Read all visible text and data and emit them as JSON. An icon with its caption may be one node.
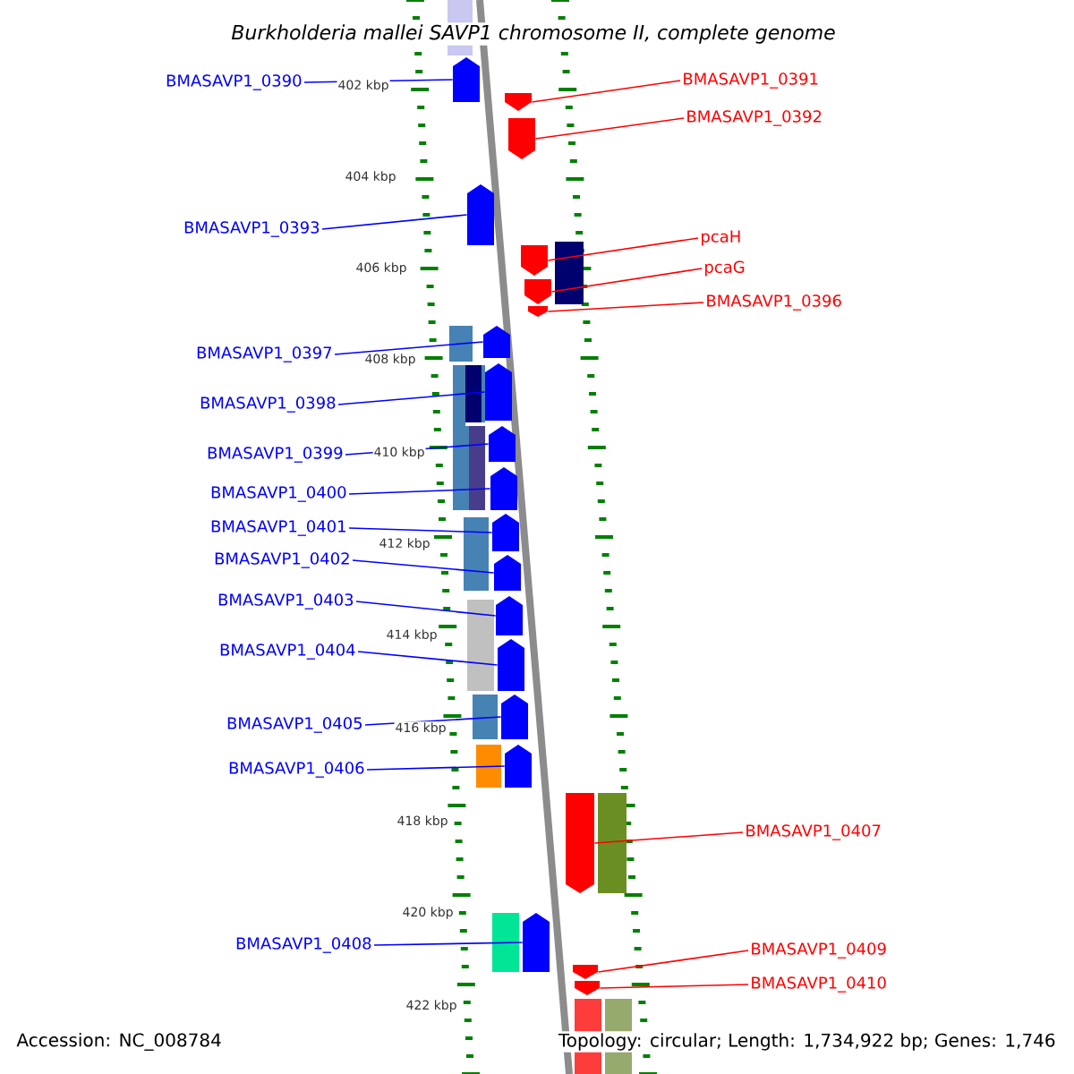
{
  "diagram": {
    "title": "Burkholderia mallei SAVP1 chromosome II, complete genome",
    "nodes": [
      {
        "text": [
          "BMASAVP1_0390"
        ]
      },
      {
        "text": [
          "BMASAVP1_0391"
        ]
      },
      {
        "text": [
          "BMASAVP1_0392"
        ]
      },
      {
        "text": [
          "BMASAVP1_0393"
        ]
      },
      {
        "text": [
          "pcaH"
        ]
      },
      {
        "text": [
          "pcaG"
        ]
      },
      {
        "text": [
          "BMASAVP1_0396"
        ]
      },
      {
        "text": [
          "BMASAVP1_0397"
        ]
      },
      {
        "text": [
          "BMASAVP1_0398"
        ]
      },
      {
        "text": [
          "BMASAVP1_0399"
        ]
      },
      {
        "text": [
          "BMASAVP1_0400"
        ]
      },
      {
        "text": [
          "BMASAVP1_0401"
        ]
      },
      {
        "text": [
          "BMASAVP1_0402"
        ]
      },
      {
        "text": [
          "BMASAVP1_0403"
        ]
      },
      {
        "text": [
          "BMASAVP1_0404"
        ]
      },
      {
        "text": [
          "BMASAVP1_0405"
        ]
      },
      {
        "text": [
          "BMASAVP1_0406"
        ]
      },
      {
        "text": [
          "BMASAVP1_0407"
        ]
      },
      {
        "text": [
          "BMASAVP1_0408"
        ]
      },
      {
        "text": [
          "BMASAVP1_0409"
        ]
      },
      {
        "text": [
          "BMASAVP1_0410"
        ]
      },
      {
        "text": [],
        "shape": "bar"
      },
      {
        "text": [],
        "shape": "bar"
      },
      {
        "text": [],
        "shape": "bar"
      },
      {
        "text": [],
        "shape": "bar"
      },
      {
        "text": [],
        "shape": "bar"
      },
      {
        "text": [],
        "shape": "bar"
      },
      {
        "text": [],
        "shape": "bar"
      },
      {
        "text": [],
        "shape": "bar"
      },
      {
        "text": [],
        "shape": "bar"
      },
      {
        "text": [],
        "shape": "bar"
      },
      {
        "text": [],
        "shape": "bar"
      },
      {
        "text": [],
        "shape": "bar"
      },
      {
        "text": [],
        "shape": "bar"
      },
      {
        "text": [],
        "shape": "bar"
      },
      {
        "text": [],
        "shape": "bar"
      },
      {
        "text": [],
        "shape": "bar"
      },
      {
        "text": [],
        "shape": "bar"
      },
      {
        "text": [],
        "shape": "bar"
      },
      {
        "text": [],
        "shape": "bar"
      },
      {
        "text": [],
        "shape": "bar"
      },
      {
        "text": [],
        "shape": "bar"
      }
    ],
    "edges": [
      {
        "from": 0,
        "to": 21,
        "arrow": "none",
        "color": "#0000ff"
      },
      {
        "from": 1,
        "to": 22,
        "arrow": "none",
        "color": "#ff0000"
      },
      {
        "from": 2,
        "to": 23,
        "arrow": "none",
        "color": "#ff0000"
      },
      {
        "from": 3,
        "to": 24,
        "arrow": "none",
        "color": "#0000ff"
      },
      {
        "from": 4,
        "to": 25,
        "arrow": "none",
        "color": "#ff0000"
      },
      {
        "from": 5,
        "to": 26,
        "arrow": "none",
        "color": "#ff0000"
      },
      {
        "from": 6,
        "to": 27,
        "arrow": "none",
        "color": "#ff0000"
      },
      {
        "from": 7,
        "to": 28,
        "arrow": "none",
        "color": "#0000ff"
      },
      {
        "from": 8,
        "to": 29,
        "arrow": "none",
        "color": "#0000ff"
      },
      {
        "from": 9,
        "to": 30,
        "arrow": "none",
        "color": "#0000ff"
      },
      {
        "from": 10,
        "to": 31,
        "arrow": "none",
        "color": "#0000ff"
      },
      {
        "from": 11,
        "to": 32,
        "arrow": "none",
        "color": "#0000ff"
      },
      {
        "from": 12,
        "to": 33,
        "arrow": "none",
        "color": "#0000ff"
      },
      {
        "from": 13,
        "to": 34,
        "arrow": "none",
        "color": "#0000ff"
      },
      {
        "from": 14,
        "to": 35,
        "arrow": "none",
        "color": "#0000ff"
      },
      {
        "from": 15,
        "to": 36,
        "arrow": "none",
        "color": "#0000ff"
      },
      {
        "from": 16,
        "to": 37,
        "arrow": "none",
        "color": "#0000ff"
      },
      {
        "from": 17,
        "to": 38,
        "arrow": "none",
        "color": "#ff0000"
      },
      {
        "from": 18,
        "to": 39,
        "arrow": "none",
        "color": "#0000ff"
      },
      {
        "from": 19,
        "to": 40,
        "arrow": "none",
        "color": "#ff0000"
      },
      {
        "from": 20,
        "to": 41,
        "arrow": "none",
        "color": "#ff0000"
      }
    ],
    "labels": [
      "402 kbp",
      "404 kbp",
      "406 kbp",
      "408 kbp",
      "410 kbp",
      "412 kbp",
      "414 kbp",
      "416 kbp",
      "418 kbp",
      "420 kbp",
      "422 kbp",
      "Accession: NC_008784",
      "Topology: circular; Length: 1,734,922 bp; Genes: 1,746"
    ]
  }
}
